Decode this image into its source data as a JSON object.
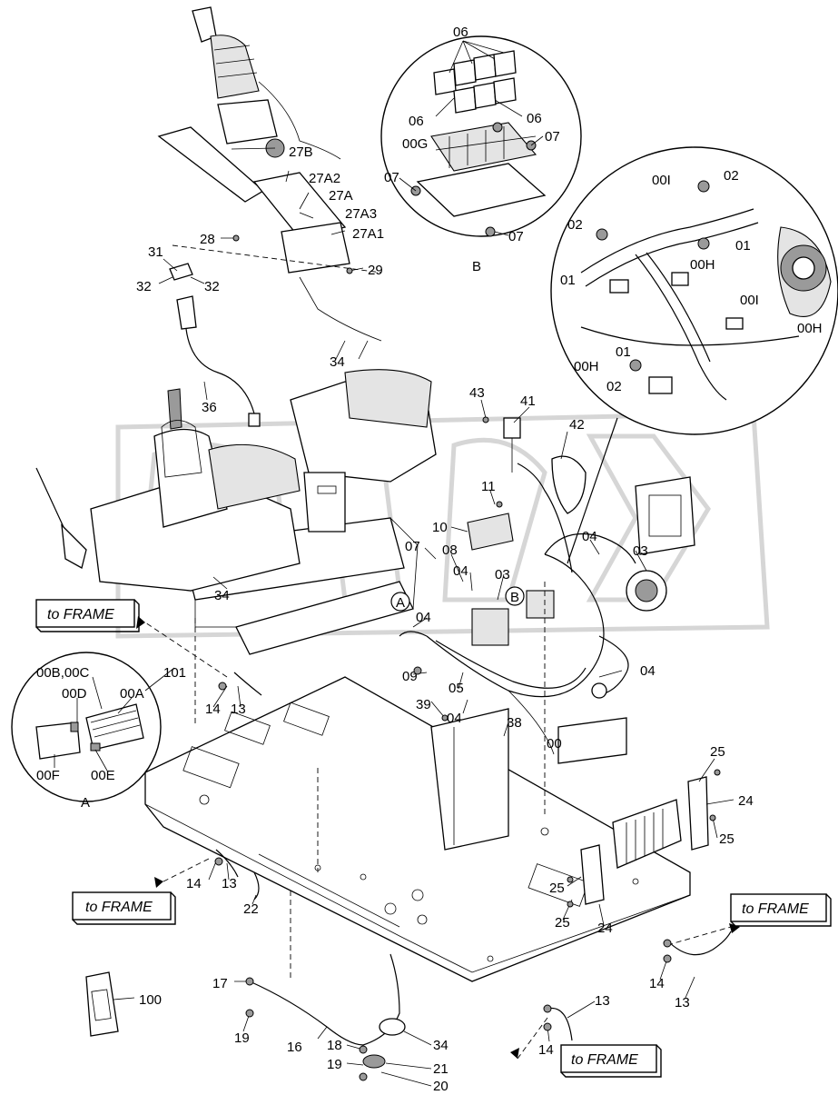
{
  "diagram": {
    "callouts": {
      "c_06a": "06",
      "c_06b": "06",
      "c_06c": "06",
      "c_07a": "07",
      "c_00G": "00G",
      "c_07b": "07",
      "c_07c": "07",
      "c_B": "B",
      "c_02a": "02",
      "c_00Ia": "00I",
      "c_02b": "02",
      "c_01a": "01",
      "c_01b": "01",
      "c_00Ha": "00H",
      "c_00Ib": "00I",
      "c_00Hb": "00H",
      "c_01c": "01",
      "c_00Hc": "00H",
      "c_02c": "02",
      "c_27B": "27B",
      "c_27A2": "27A2",
      "c_27A": "27A",
      "c_27A3": "27A3",
      "c_28": "28",
      "c_27A1": "27A1",
      "c_31": "31",
      "c_32a": "32",
      "c_32b": "32",
      "c_29": "29",
      "c_34a": "34",
      "c_36": "36",
      "c_43": "43",
      "c_41": "41",
      "c_42": "42",
      "c_11": "11",
      "c_10": "10",
      "c_04a": "04",
      "c_07d": "07",
      "c_08": "08",
      "c_04b": "04",
      "c_03a": "03",
      "c_03b": "03",
      "c_04c": "04",
      "c_04d": "04",
      "c_34b": "34",
      "c_09": "09",
      "c_05": "05",
      "c_04e": "04",
      "c_39": "39",
      "c_00": "00",
      "c_38": "38",
      "c_00BC": "00B,00C",
      "c_101": "101",
      "c_00D": "00D",
      "c_00A": "00A",
      "c_00F": "00F",
      "c_00E": "00E",
      "c_A": "A",
      "c_Aa": "A",
      "c_Bb": "B",
      "c_14a": "14",
      "c_13a": "13",
      "c_14b": "14",
      "c_13b": "13",
      "c_22": "22",
      "c_25a": "25",
      "c_24a": "24",
      "c_25b": "25",
      "c_25c": "25",
      "c_25d": "25",
      "c_24b": "24",
      "c_14c": "14",
      "c_13c": "13",
      "c_100": "100",
      "c_17": "17",
      "c_19a": "19",
      "c_16": "16",
      "c_34c": "34",
      "c_18": "18",
      "c_21": "21",
      "c_19b": "19",
      "c_20": "20",
      "c_13d": "13",
      "c_14d": "14"
    },
    "frame_labels": {
      "f1": "to FRAME",
      "f2": "to FRAME",
      "f3": "to FRAME",
      "f4": "to FRAME"
    }
  }
}
